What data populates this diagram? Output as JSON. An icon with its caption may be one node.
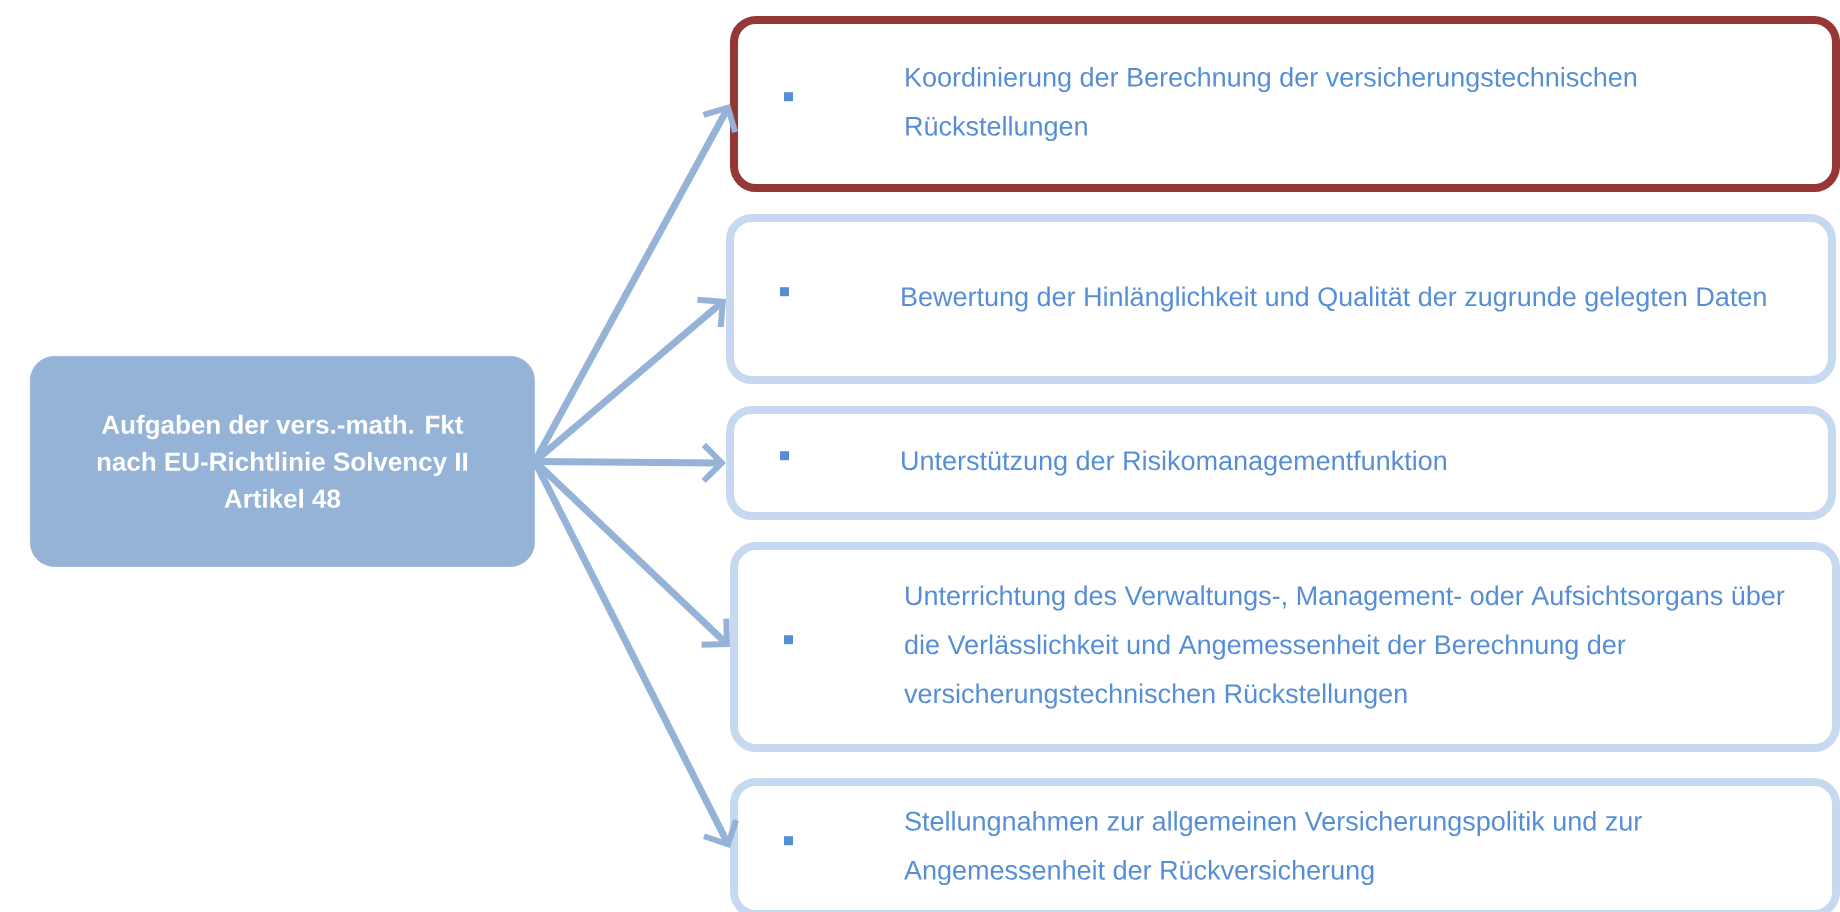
{
  "diagram": {
    "nodes": [
      {
        "text": [
          "Aufgaben der vers.-math. Fkt nach EU-Richtlinie Solvency II",
          "Artikel 48"
        ]
      },
      {
        "text": [
          "Koordinierung der Berechnung der versicherungstechnischen Rückstellungen"
        ]
      },
      {
        "text": [
          "Bewertung der Hinlänglichkeit und Qualität der zugrunde gelegten Daten"
        ]
      },
      {
        "text": [
          "Unterstützung der Risikomanagementfunktion"
        ]
      },
      {
        "text": [
          "Unterrichtung des Verwaltungs-, Management- oder Aufsichtsorgans über die Verlässlichkeit und Angemessenheit der Berechnung der versicherungstechnischen Rückstellungen"
        ]
      },
      {
        "text": [
          "Stellungnahmen zur allgemeinen Versicherungspolitik und zur Angemessenheit der Rückversicherung"
        ]
      }
    ],
    "edges": [
      {
        "from": 0,
        "to": 1,
        "arrow": "to"
      },
      {
        "from": 0,
        "to": 2,
        "arrow": "to"
      },
      {
        "from": 0,
        "to": 3,
        "arrow": "to"
      },
      {
        "from": 0,
        "to": 4,
        "arrow": "to"
      },
      {
        "from": 0,
        "to": 5,
        "arrow": "to"
      }
    ]
  }
}
